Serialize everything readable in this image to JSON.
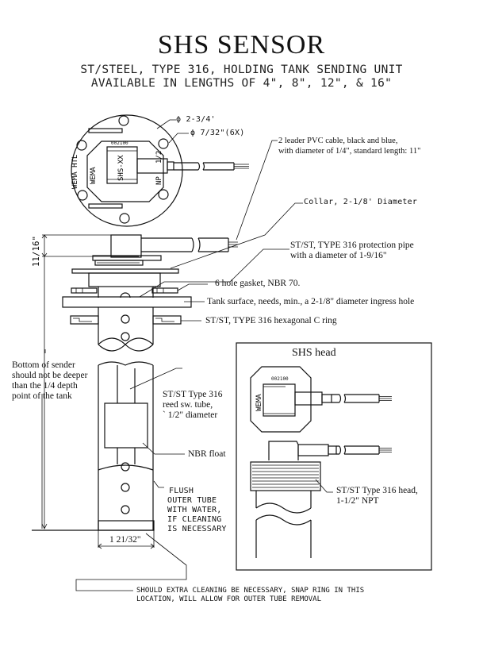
{
  "header": {
    "title": "SHS  SENSOR",
    "subtitle_line1": "ST/STEEL, TYPE 316, HOLDING TANK SENDING UNIT",
    "subtitle_line2": "AVAILABLE IN LENGTHS OF 4\", 8\", 12\", & 16\""
  },
  "top_view": {
    "dim_outer": "ϕ 2-3/4'",
    "dim_holes": "ϕ 7/32\"(6X)",
    "label_wema_htl": "WEMA HTL",
    "label_wema": "WEMA",
    "label_model": "SHS-XX",
    "label_code": "002100",
    "label_half": "1/2",
    "label_np": "NP"
  },
  "callouts": {
    "cable_line1": "2 leader PVC cable, black and blue,",
    "cable_line2": "with diameter of 1/4\",  standard length: 11\"",
    "collar": "Collar, 2-1/8' Diameter",
    "pipe_line1": "ST/ST, TYPE 316 protection pipe",
    "pipe_line2": "with a diameter of  1-9/16\"",
    "gasket": "6  hole gasket, NBR 70.",
    "tank_surface": "Tank surface, needs, min., a 2-1/8\"  diameter ingress hole",
    "c_ring": "ST/ST, TYPE 316 hexagonal C ring",
    "bottom_line1": "Bottom of sender",
    "bottom_line2": "should not be deeper",
    "bottom_line3": "than the 1/4 depth",
    "bottom_line4": "point of the tank",
    "reed_line1": "ST/ST Type 316",
    "reed_line2": "reed sw. tube,",
    "reed_line3": "` 1/2\" diameter",
    "float": "NBR float",
    "flush_line1": "FLUSH",
    "flush_line2": "OUTER TUBE",
    "flush_line3": "WITH WATER,",
    "flush_line4": "IF CLEANING",
    "flush_line5": "IS NECESSARY",
    "dim_height": "11/16\"",
    "dim_width": "1 21/32\"",
    "snap_line1": "SHOULD EXTRA CLEANING BE NECESSARY, SNAP RING IN THIS",
    "snap_line2": "LOCATION,  WILL ALLOW FOR OUTER TUBE REMOVAL"
  },
  "head_inset": {
    "title": "SHS head",
    "code": "002100",
    "wema": "WEMA",
    "head_line1": "ST/ST Type 316 head,",
    "head_line2": "1-1/2\" NPT"
  }
}
